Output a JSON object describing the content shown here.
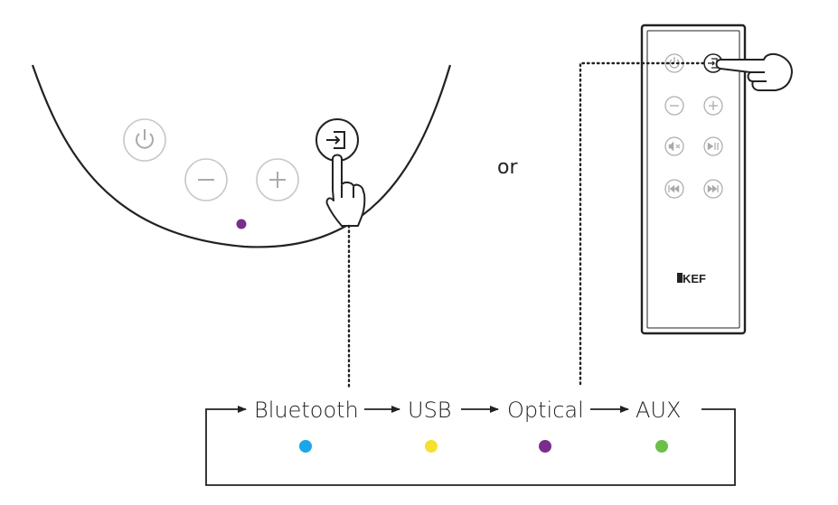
{
  "separator_text": "or",
  "remote": {
    "brand": "KEF"
  },
  "speaker": {
    "status_led_color": "#7b2d8e"
  },
  "sources": [
    {
      "label": "Bluetooth",
      "led_color": "#1aa7ea"
    },
    {
      "label": "USB",
      "led_color": "#f5e02e"
    },
    {
      "label": "Optical",
      "led_color": "#7b2d8e"
    },
    {
      "label": "AUX",
      "led_color": "#6cc04a"
    }
  ]
}
